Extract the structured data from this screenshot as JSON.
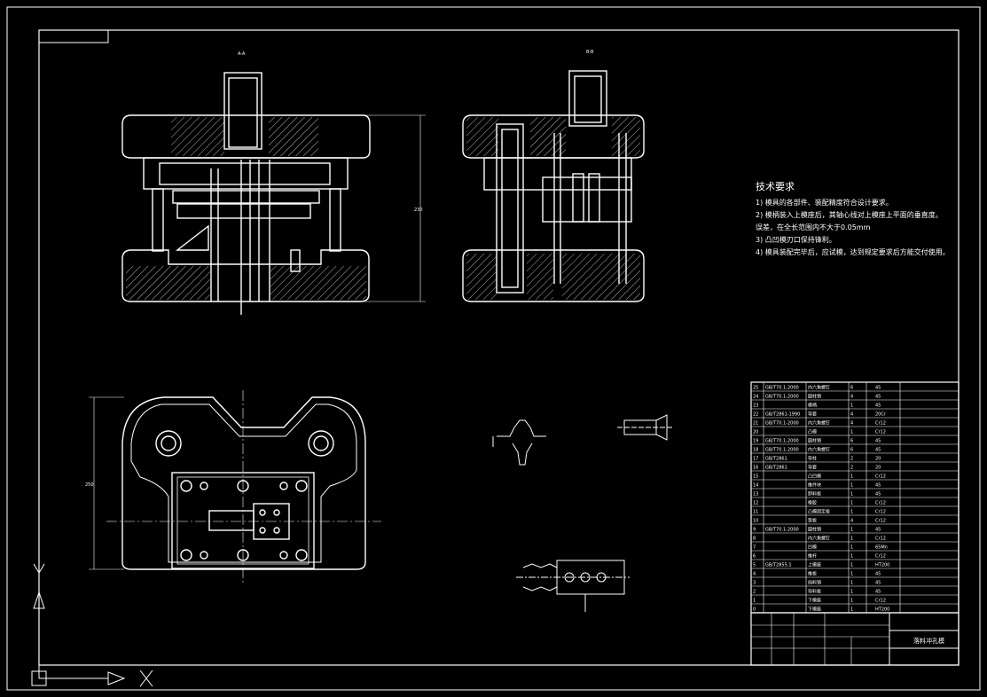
{
  "drawing": {
    "view_labels": {
      "front": "A-A",
      "side": "B-B"
    },
    "tech_requirements": {
      "title": "技术要求",
      "items": [
        "1) 模具的各部件、装配精度符合设计要求。",
        "2) 模柄装入上模座后，其轴心线对上模座上平面的垂直度。",
        "   误差，在全长范围内不大于0.05mm",
        "3) 凸凹模刃口保持锋利。",
        "4) 模具装配完毕后，应试模，达到规定要求后方能交付使用。"
      ]
    },
    "bom": {
      "rows": [
        [
          "25",
          "GB/T70.1-2000",
          "内六角螺钉",
          "6",
          "45"
        ],
        [
          "24",
          "GB/T70.1-2000",
          "圆柱销",
          "4",
          "45"
        ],
        [
          "23",
          "",
          "模柄",
          "1",
          "45"
        ],
        [
          "22",
          "GB/T2861-1990",
          "导套",
          "4",
          "20Cr"
        ],
        [
          "21",
          "GB/T70.1-2000",
          "内六角螺钉",
          "4",
          "Cr12"
        ],
        [
          "20",
          "",
          "凸模",
          "1",
          "Cr12"
        ],
        [
          "19",
          "GB/T70.1-2000",
          "圆柱销",
          "6",
          "45"
        ],
        [
          "18",
          "GB/T70.1-2000",
          "内六角螺钉",
          "6",
          "45"
        ],
        [
          "17",
          "GB/T2861",
          "导柱",
          "2",
          "20"
        ],
        [
          "16",
          "GB/T2861",
          "导套",
          "2",
          "20"
        ],
        [
          "15",
          "",
          "凸凹模",
          "1",
          "Cr12"
        ],
        [
          "14",
          "",
          "推件块",
          "1",
          "45"
        ],
        [
          "13",
          "",
          "卸料板",
          "1",
          "45"
        ],
        [
          "12",
          "",
          "橡胶",
          "1",
          "Cr12"
        ],
        [
          "11",
          "",
          "凸模固定板",
          "1",
          "Cr12"
        ],
        [
          "10",
          "",
          "垫板",
          "4",
          "Cr12"
        ],
        [
          "9",
          "GB/T70.1-2000",
          "圆柱销",
          "1",
          "45"
        ],
        [
          "8",
          "",
          "内六角螺钉",
          "1",
          "Cr12"
        ],
        [
          "7",
          "",
          "凹模",
          "1",
          "65Mn"
        ],
        [
          "6",
          "",
          "推杆",
          "1",
          "Cr12"
        ],
        [
          "5",
          "GB/T2855.1",
          "上模座",
          "1",
          "HT200"
        ],
        [
          "4",
          "",
          "推板",
          "1",
          "45"
        ],
        [
          "3",
          "",
          "挡料销",
          "1",
          "45"
        ],
        [
          "2",
          "",
          "导料板",
          "1",
          "45"
        ],
        [
          "1",
          "",
          "下模座",
          "1",
          "Cr12"
        ],
        [
          "0",
          "",
          "下模座",
          "1",
          "HT200"
        ]
      ]
    },
    "title_block": {
      "name": "落料冲孔模"
    },
    "dimensions": {
      "front_height": "230",
      "plan_width": "250"
    }
  }
}
